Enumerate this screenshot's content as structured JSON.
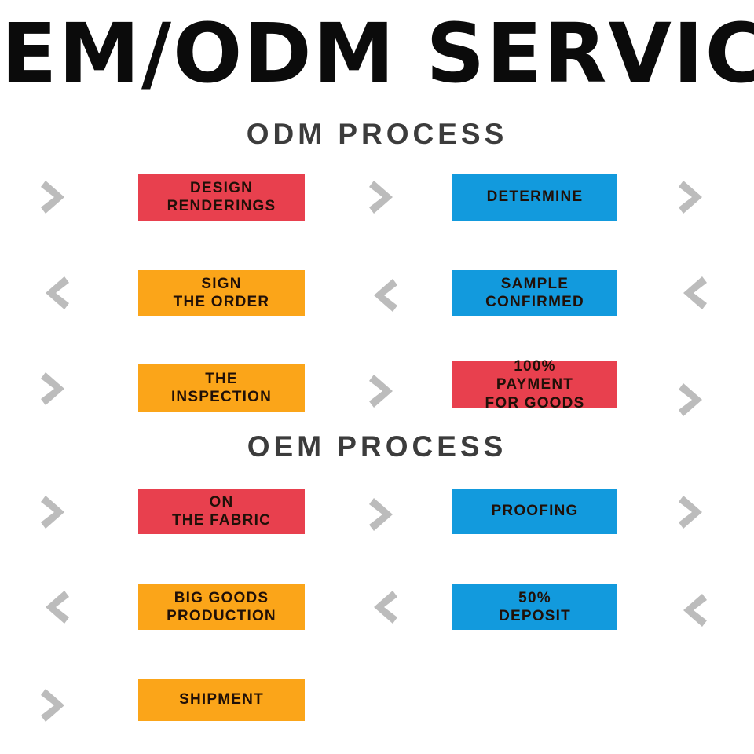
{
  "colors": {
    "red": "#e8404e",
    "blue": "#129add",
    "orange": "#fba519",
    "arrow_gray": "#bcbcbc",
    "header_gray": "#3c3c3c",
    "title_black": "#0b0b0b",
    "background": "#ffffff"
  },
  "title": {
    "text": "OEM/ODM SERVICE"
  },
  "sections": [
    {
      "id": "odm",
      "header": "ODM PROCESS",
      "rows": [
        {
          "direction": "right",
          "arrows": [
            "chevron-right-icon",
            "chevron-right-icon",
            "chevron-right-icon"
          ],
          "left_node": {
            "label": "DESIGN\nRENDERINGS",
            "color": "red"
          },
          "right_node": {
            "label": "DETERMINE",
            "color": "blue"
          }
        },
        {
          "direction": "left",
          "arrows": [
            "chevron-left-icon",
            "chevron-left-icon",
            "chevron-left-icon"
          ],
          "left_node": {
            "label": "SIGN\nTHE ORDER",
            "color": "orange"
          },
          "right_node": {
            "label": "SAMPLE\nCONFIRMED",
            "color": "blue"
          }
        },
        {
          "direction": "right",
          "arrows": [
            "chevron-right-icon",
            "chevron-right-icon",
            "chevron-right-icon"
          ],
          "left_node": {
            "label": "THE\nINSPECTION",
            "color": "orange"
          },
          "right_node": {
            "label": "100%\nPAYMENT\nFOR GOODS",
            "color": "red"
          }
        }
      ]
    },
    {
      "id": "oem",
      "header": "OEM PROCESS",
      "rows": [
        {
          "direction": "right",
          "arrows": [
            "chevron-right-icon",
            "chevron-right-icon",
            "chevron-right-icon"
          ],
          "left_node": {
            "label": "ON\nTHE FABRIC",
            "color": "red"
          },
          "right_node": {
            "label": "PROOFING",
            "color": "blue"
          }
        },
        {
          "direction": "left",
          "arrows": [
            "chevron-left-icon",
            "chevron-left-icon",
            "chevron-left-icon"
          ],
          "left_node": {
            "label": "BIG GOODS\nPRODUCTION",
            "color": "orange"
          },
          "right_node": {
            "label": "50%\nDEPOSIT",
            "color": "blue"
          }
        },
        {
          "direction": "right",
          "arrows": [
            "chevron-right-icon"
          ],
          "left_node": {
            "label": "SHIPMENT",
            "color": "orange"
          },
          "right_node": null
        }
      ]
    }
  ]
}
